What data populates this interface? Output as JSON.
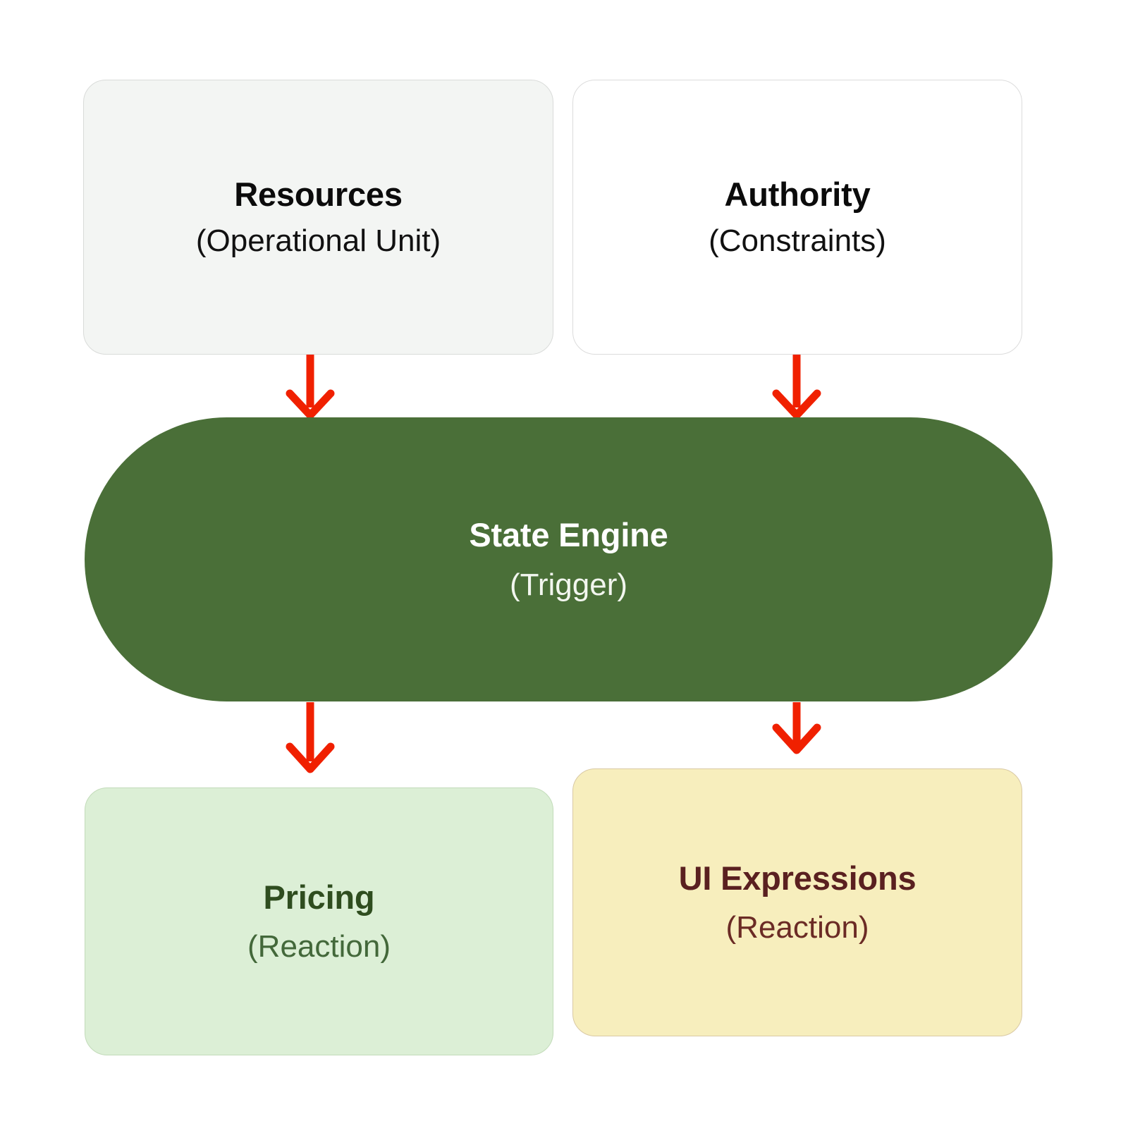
{
  "diagram": {
    "title": "State Engine flow diagram",
    "background_color": "#ffffff",
    "arrow_color": "#f02000",
    "nodes": {
      "resources": {
        "title": "Resources",
        "subtitle": "(Operational Unit)",
        "fill": "#f3f5f3",
        "border": "#d9dbd9",
        "text_color": "#0b0b0b",
        "shape": "rounded-rectangle"
      },
      "authority": {
        "title": "Authority",
        "subtitle": "(Constraints)",
        "fill": "#ffffff",
        "border": "#dcdcdc",
        "text_color": "#0b0b0b",
        "shape": "rounded-rectangle"
      },
      "state_engine": {
        "title": "State Engine",
        "subtitle": "(Trigger)",
        "fill": "#4a6f38",
        "text_color": "#ffffff",
        "shape": "pill"
      },
      "pricing": {
        "title": "Pricing",
        "subtitle": "(Reaction)",
        "fill": "#dcefd6",
        "border": "#c2dbb9",
        "text_color": "#2f4d1f",
        "shape": "rounded-rectangle"
      },
      "ui_expressions": {
        "title": "UI Expressions",
        "subtitle": "(Reaction)",
        "fill": "#f7eebd",
        "border": "#d9c9a4",
        "text_color": "#5a2020",
        "shape": "rounded-rectangle"
      }
    },
    "edges": [
      {
        "name": "resources-to-state-engine",
        "from": "resources",
        "to": "state_engine",
        "style": "solid-arrow",
        "color": "#f02000"
      },
      {
        "name": "authority-to-state-engine",
        "from": "authority",
        "to": "state_engine",
        "style": "solid-arrow",
        "color": "#f02000"
      },
      {
        "name": "state-engine-to-pricing",
        "from": "state_engine",
        "to": "pricing",
        "style": "solid-arrow",
        "color": "#f02000"
      },
      {
        "name": "state-engine-to-ui-expressions",
        "from": "state_engine",
        "to": "ui_expressions",
        "style": "solid-arrow",
        "color": "#f02000"
      }
    ]
  }
}
